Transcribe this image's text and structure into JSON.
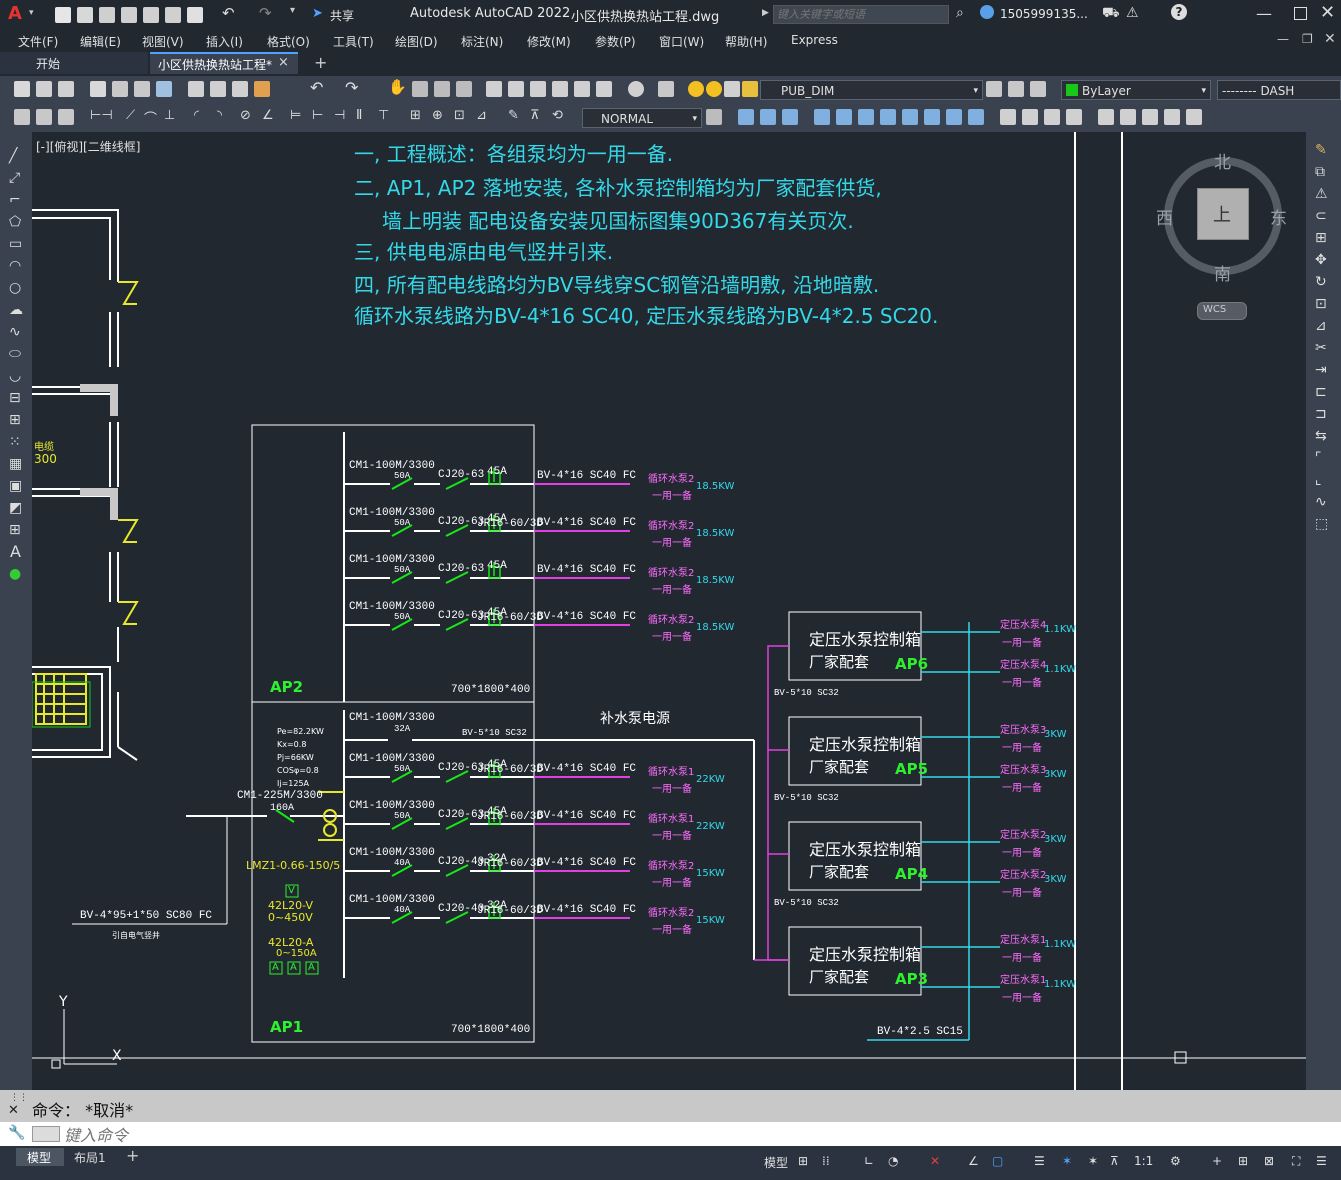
{
  "app": {
    "title": "Autodesk AutoCAD 2022",
    "filename": "小区供热换热站工程.dwg",
    "share_label": "共享",
    "search_placeholder": "键入关键字或短语",
    "user": "1505999135...",
    "logo_letter": "A"
  },
  "menu": [
    "文件(F)",
    "编辑(E)",
    "视图(V)",
    "插入(I)",
    "格式(O)",
    "工具(T)",
    "绘图(D)",
    "标注(N)",
    "修改(M)",
    "参数(P)",
    "窗口(W)",
    "帮助(H)",
    "Express"
  ],
  "tabs": [
    {
      "label": "开始"
    },
    {
      "label": "小区供热换热站工程*",
      "close": "×"
    }
  ],
  "toolbar": {
    "layer": "PUB_DIM",
    "color": "ByLayer",
    "linetype": "-------- DASH",
    "dimstyle": "NORMAL"
  },
  "viewport_label": "[-][俯视][二维线框]",
  "viewcube": {
    "north": "北",
    "south": "南",
    "east": "东",
    "west": "西",
    "face": "上",
    "wcs": "WCS"
  },
  "notes": [
    "一, 工程概述：各组泵均为一用一备.",
    "二, AP1, AP2 落地安装, 各补水泵控制箱均为厂家配套供货,",
    "墙上明装 配电设备安装见国标图集90D367有关页次.",
    "三, 供电电源由电气竖井引来.",
    "四, 所有配电线路均为BV导线穿SC钢管沿墙明敷, 沿地暗敷.",
    "循环水泵线路为BV-4*16 SC40, 定压水泵线路为BV-4*2.5 SC20."
  ],
  "ap2": {
    "name": "AP2",
    "size": "700*1800*400",
    "circuits": [
      {
        "breaker": "CM1-100M/3300",
        "breaker_a": "50A",
        "contactor": "CJ20-63",
        "contactor_a": "45A",
        "relay": "",
        "cable": "BV-4*16 SC40 FC",
        "pump": "循环水泵2",
        "duty": "一用一备",
        "power": "18.5KW"
      },
      {
        "breaker": "CM1-100M/3300",
        "breaker_a": "50A",
        "contactor": "CJ20-63",
        "contactor_a": "45A",
        "relay": "JR16-60/3D",
        "cable": "BV-4*16 SC40 FC",
        "pump": "循环水泵2",
        "duty": "一用一备",
        "power": "18.5KW"
      },
      {
        "breaker": "CM1-100M/3300",
        "breaker_a": "50A",
        "contactor": "CJ20-63",
        "contactor_a": "45A",
        "relay": "",
        "cable": "BV-4*16 SC40 FC",
        "pump": "循环水泵2",
        "duty": "一用一备",
        "power": "18.5KW"
      },
      {
        "breaker": "CM1-100M/3300",
        "breaker_a": "50A",
        "contactor": "CJ20-63",
        "contactor_a": "45A",
        "relay": "JR16-60/3D",
        "cable": "BV-4*16 SC40 FC",
        "pump": "循环水泵2",
        "duty": "一用一备",
        "power": "18.5KW"
      }
    ]
  },
  "ap1": {
    "name": "AP1",
    "size": "700*1800*400",
    "params": [
      "Pe=82.2KW",
      "Kx=0.8",
      "Pj=66KW",
      "COSφ=0.8",
      "Ij=125A"
    ],
    "main_breaker": "CM1-225M/3300",
    "main_breaker_a": "160A",
    "ct": "LMZ1-0.66-150/5",
    "meter_v": "42L20-V",
    "meter_v_range": "0~450V",
    "meter_a": "42L20-A",
    "meter_a_range": "0~150A",
    "meter_v_glyph": "V",
    "meter_a_glyph": "A",
    "incoming_cable": "BV-4*95+1*50   SC80 FC",
    "incoming_note": "引自电气竖井",
    "supply_breaker": "CM1-100M/3300",
    "supply_breaker_a": "32A",
    "supply_cable": "BV-5*10 SC32",
    "supply_label": "补水泵电源",
    "circuits": [
      {
        "breaker": "CM1-100M/3300",
        "breaker_a": "50A",
        "contactor": "CJ20-63",
        "contactor_a": "45A",
        "relay": "JR16-60/3D",
        "cable": "BV-4*16 SC40 FC",
        "pump": "循环水泵1",
        "duty": "一用一备",
        "power": "22KW"
      },
      {
        "breaker": "CM1-100M/3300",
        "breaker_a": "50A",
        "contactor": "CJ20-63",
        "contactor_a": "45A",
        "relay": "JR16-60/3D",
        "cable": "BV-4*16 SC40 FC",
        "pump": "循环水泵1",
        "duty": "一用一备",
        "power": "22KW"
      },
      {
        "breaker": "CM1-100M/3300",
        "breaker_a": "40A",
        "contactor": "CJ20-40",
        "contactor_a": "32A",
        "relay": "JR16-60/3D",
        "cable": "BV-4*16 SC40 FC",
        "pump": "循环水泵2",
        "duty": "一用一备",
        "power": "15KW"
      },
      {
        "breaker": "CM1-100M/3300",
        "breaker_a": "40A",
        "contactor": "CJ20-40",
        "contactor_a": "32A",
        "relay": "JR16-60/3D",
        "cable": "BV-4*16 SC40 FC",
        "pump": "循环水泵2",
        "duty": "一用一备",
        "power": "15KW"
      }
    ]
  },
  "pump_boxes": [
    {
      "title": "定压水泵控制箱",
      "sub": "厂家配套",
      "name": "AP6",
      "pumps": [
        {
          "pump": "定压水泵4",
          "duty": "一用一备",
          "power": "1.1KW"
        },
        {
          "pump": "定压水泵4",
          "duty": "一用一备",
          "power": "1.1KW"
        }
      ]
    },
    {
      "title": "定压水泵控制箱",
      "sub": "厂家配套",
      "name": "AP5",
      "pumps": [
        {
          "pump": "定压水泵3",
          "duty": "一用一备",
          "power": "3KW"
        },
        {
          "pump": "定压水泵3",
          "duty": "一用一备",
          "power": "3KW"
        }
      ]
    },
    {
      "title": "定压水泵控制箱",
      "sub": "厂家配套",
      "name": "AP4",
      "pumps": [
        {
          "pump": "定压水泵2",
          "duty": "一用一备",
          "power": "3KW"
        },
        {
          "pump": "定压水泵2",
          "duty": "一用一备",
          "power": "3KW"
        }
      ]
    },
    {
      "title": "定压水泵控制箱",
      "sub": "厂家配套",
      "name": "AP3",
      "pumps": [
        {
          "pump": "定压水泵1",
          "duty": "一用一备",
          "power": "1.1KW"
        },
        {
          "pump": "定压水泵1",
          "duty": "一用一备",
          "power": "1.1KW"
        }
      ]
    }
  ],
  "box_feed_cables": [
    "BV-5*10 SC32",
    "BV-5*10 SC32",
    "BV-5*10 SC32"
  ],
  "bottom_cable": "BV-4*2.5 SC15",
  "left_plan": {
    "label_top": "电缆",
    "label_num": "300"
  },
  "ucs": {
    "y": "Y",
    "x": "X"
  },
  "command": {
    "history": "命令：  *取消*",
    "placeholder": "键入命令"
  },
  "layout_tabs": [
    "模型",
    "布局1"
  ],
  "status": {
    "model": "模型",
    "scale": "1:1"
  }
}
